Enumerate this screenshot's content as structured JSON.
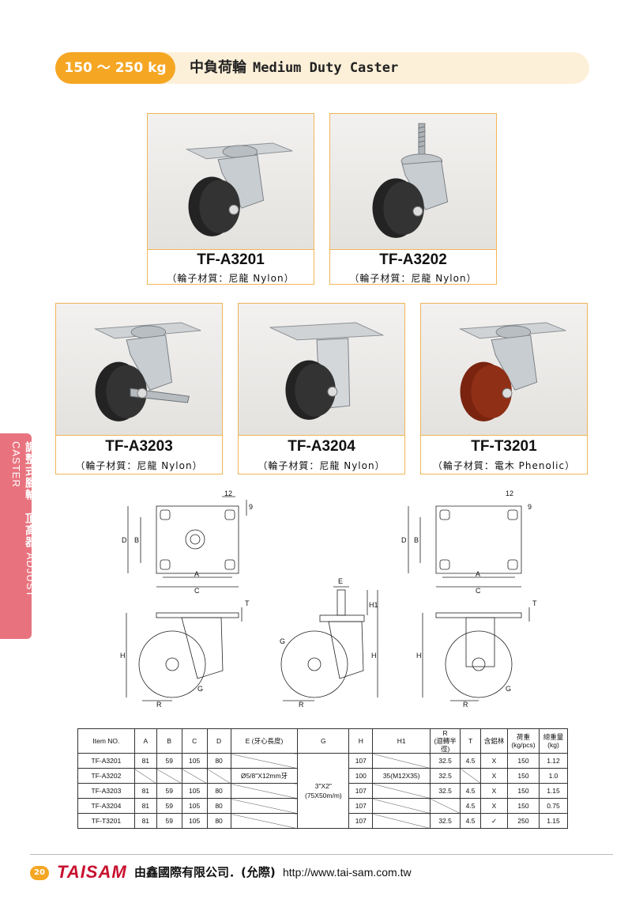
{
  "header": {
    "weight_range": "150 ～ 250 kg",
    "title_zh": "中負荷輪",
    "title_en": "Medium Duty Caster"
  },
  "products": [
    {
      "code": "TF-A3201",
      "material": "（輪子材質：尼龍  Nylon）",
      "wheel_color": "#2a2a2a",
      "mount": "top-plate-swivel"
    },
    {
      "code": "TF-A3202",
      "material": "（輪子材質：尼龍  Nylon）",
      "wheel_color": "#2a2a2a",
      "mount": "threaded-stem"
    },
    {
      "code": "TF-A3203",
      "material": "（輪子材質：尼龍  Nylon）",
      "wheel_color": "#2a2a2a",
      "mount": "top-plate-brake"
    },
    {
      "code": "TF-A3204",
      "material": "（輪子材質：尼龍  Nylon）",
      "wheel_color": "#2a2a2a",
      "mount": "top-plate-rigid"
    },
    {
      "code": "TF-T3201",
      "material": "（輪子材質：電木  Phenolic）",
      "wheel_color": "#8b2a12",
      "mount": "top-plate-swivel"
    }
  ],
  "side_tab": {
    "zh": "調整式腳輪．頂高器",
    "en": "ADJUST CASTER"
  },
  "drawing_labels": {
    "A": "A",
    "B": "B",
    "C": "C",
    "D": "D",
    "E": "E",
    "G": "G",
    "H": "H",
    "H1": "H1",
    "R": "R",
    "T": "T",
    "d12": "12",
    "d9": "9"
  },
  "table": {
    "headers": [
      "Item NO.",
      "A",
      "B",
      "C",
      "D",
      "E (牙心長度)",
      "G",
      "H",
      "H1",
      "R\n(迴轉半徑)",
      "T",
      "含鋁林",
      "荷重\n(kg/pcs)",
      "總重量\n(kg)"
    ],
    "g_value": "3\"X2\"\n(75X50m/m)",
    "rows": [
      {
        "item": "TF-A3201",
        "A": "81",
        "B": "59",
        "C": "105",
        "D": "80",
        "E": "",
        "H": "107",
        "H1": "",
        "R": "32.5",
        "T": "4.5",
        "al": "X",
        "load": "150",
        "weight": "1.12"
      },
      {
        "item": "TF-A3202",
        "A": "",
        "B": "",
        "C": "",
        "D": "",
        "E": "Ø5/8\"X12mm牙",
        "H": "100",
        "H1": "35(M12X35)",
        "R": "32.5",
        "T": "",
        "al": "X",
        "load": "150",
        "weight": "1.0"
      },
      {
        "item": "TF-A3203",
        "A": "81",
        "B": "59",
        "C": "105",
        "D": "80",
        "E": "",
        "H": "107",
        "H1": "",
        "R": "32.5",
        "T": "4.5",
        "al": "X",
        "load": "150",
        "weight": "1.15"
      },
      {
        "item": "TF-A3204",
        "A": "81",
        "B": "59",
        "C": "105",
        "D": "80",
        "E": "",
        "H": "107",
        "H1": "",
        "R": "",
        "T": "4.5",
        "al": "X",
        "load": "150",
        "weight": "0.75"
      },
      {
        "item": "TF-T3201",
        "A": "81",
        "B": "59",
        "C": "105",
        "D": "80",
        "E": "",
        "H": "107",
        "H1": "",
        "R": "32.5",
        "T": "4.5",
        "al": "✓",
        "load": "250",
        "weight": "1.15"
      }
    ]
  },
  "footer": {
    "page_number": "20",
    "brand": "TAISAM",
    "company": "由鑫國際有限公司．(允際)",
    "url": "http://www.tai-sam.com.tw"
  },
  "colors": {
    "accent": "#f5a623",
    "band": "#fdf0d8",
    "card_border": "#f0b556",
    "side_tab": "#e8737f",
    "brand_red": "#c8102e"
  }
}
